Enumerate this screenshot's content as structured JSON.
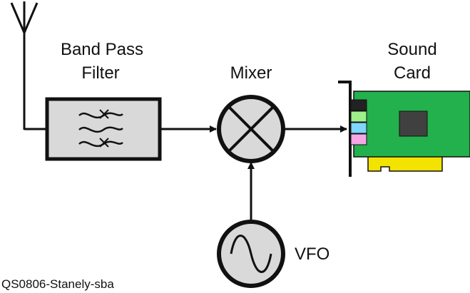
{
  "diagram": {
    "blocks": {
      "filter_line1": "Band Pass",
      "filter_line2": "Filter",
      "mixer": "Mixer",
      "sound_line1": "Sound",
      "sound_line2": "Card",
      "vfo": "VFO"
    },
    "credit": "QS0806-Stanely-sba",
    "colors": {
      "stroke": "#111111",
      "filter_fill": "#d9d9d9",
      "mixer_fill": "#d9d9d9",
      "pcb_green": "#22b14c",
      "contact_gold": "#f2e300",
      "chip": "#404040",
      "jack_green": "#9ef08a",
      "jack_blue": "#7fd6ff",
      "jack_pink": "#f7a6e6",
      "jack_black": "#222222"
    },
    "icons": [
      "antenna-icon",
      "filter-wave-icon",
      "mixer-cross-icon",
      "sine-wave-icon",
      "sound-card-icon"
    ]
  }
}
